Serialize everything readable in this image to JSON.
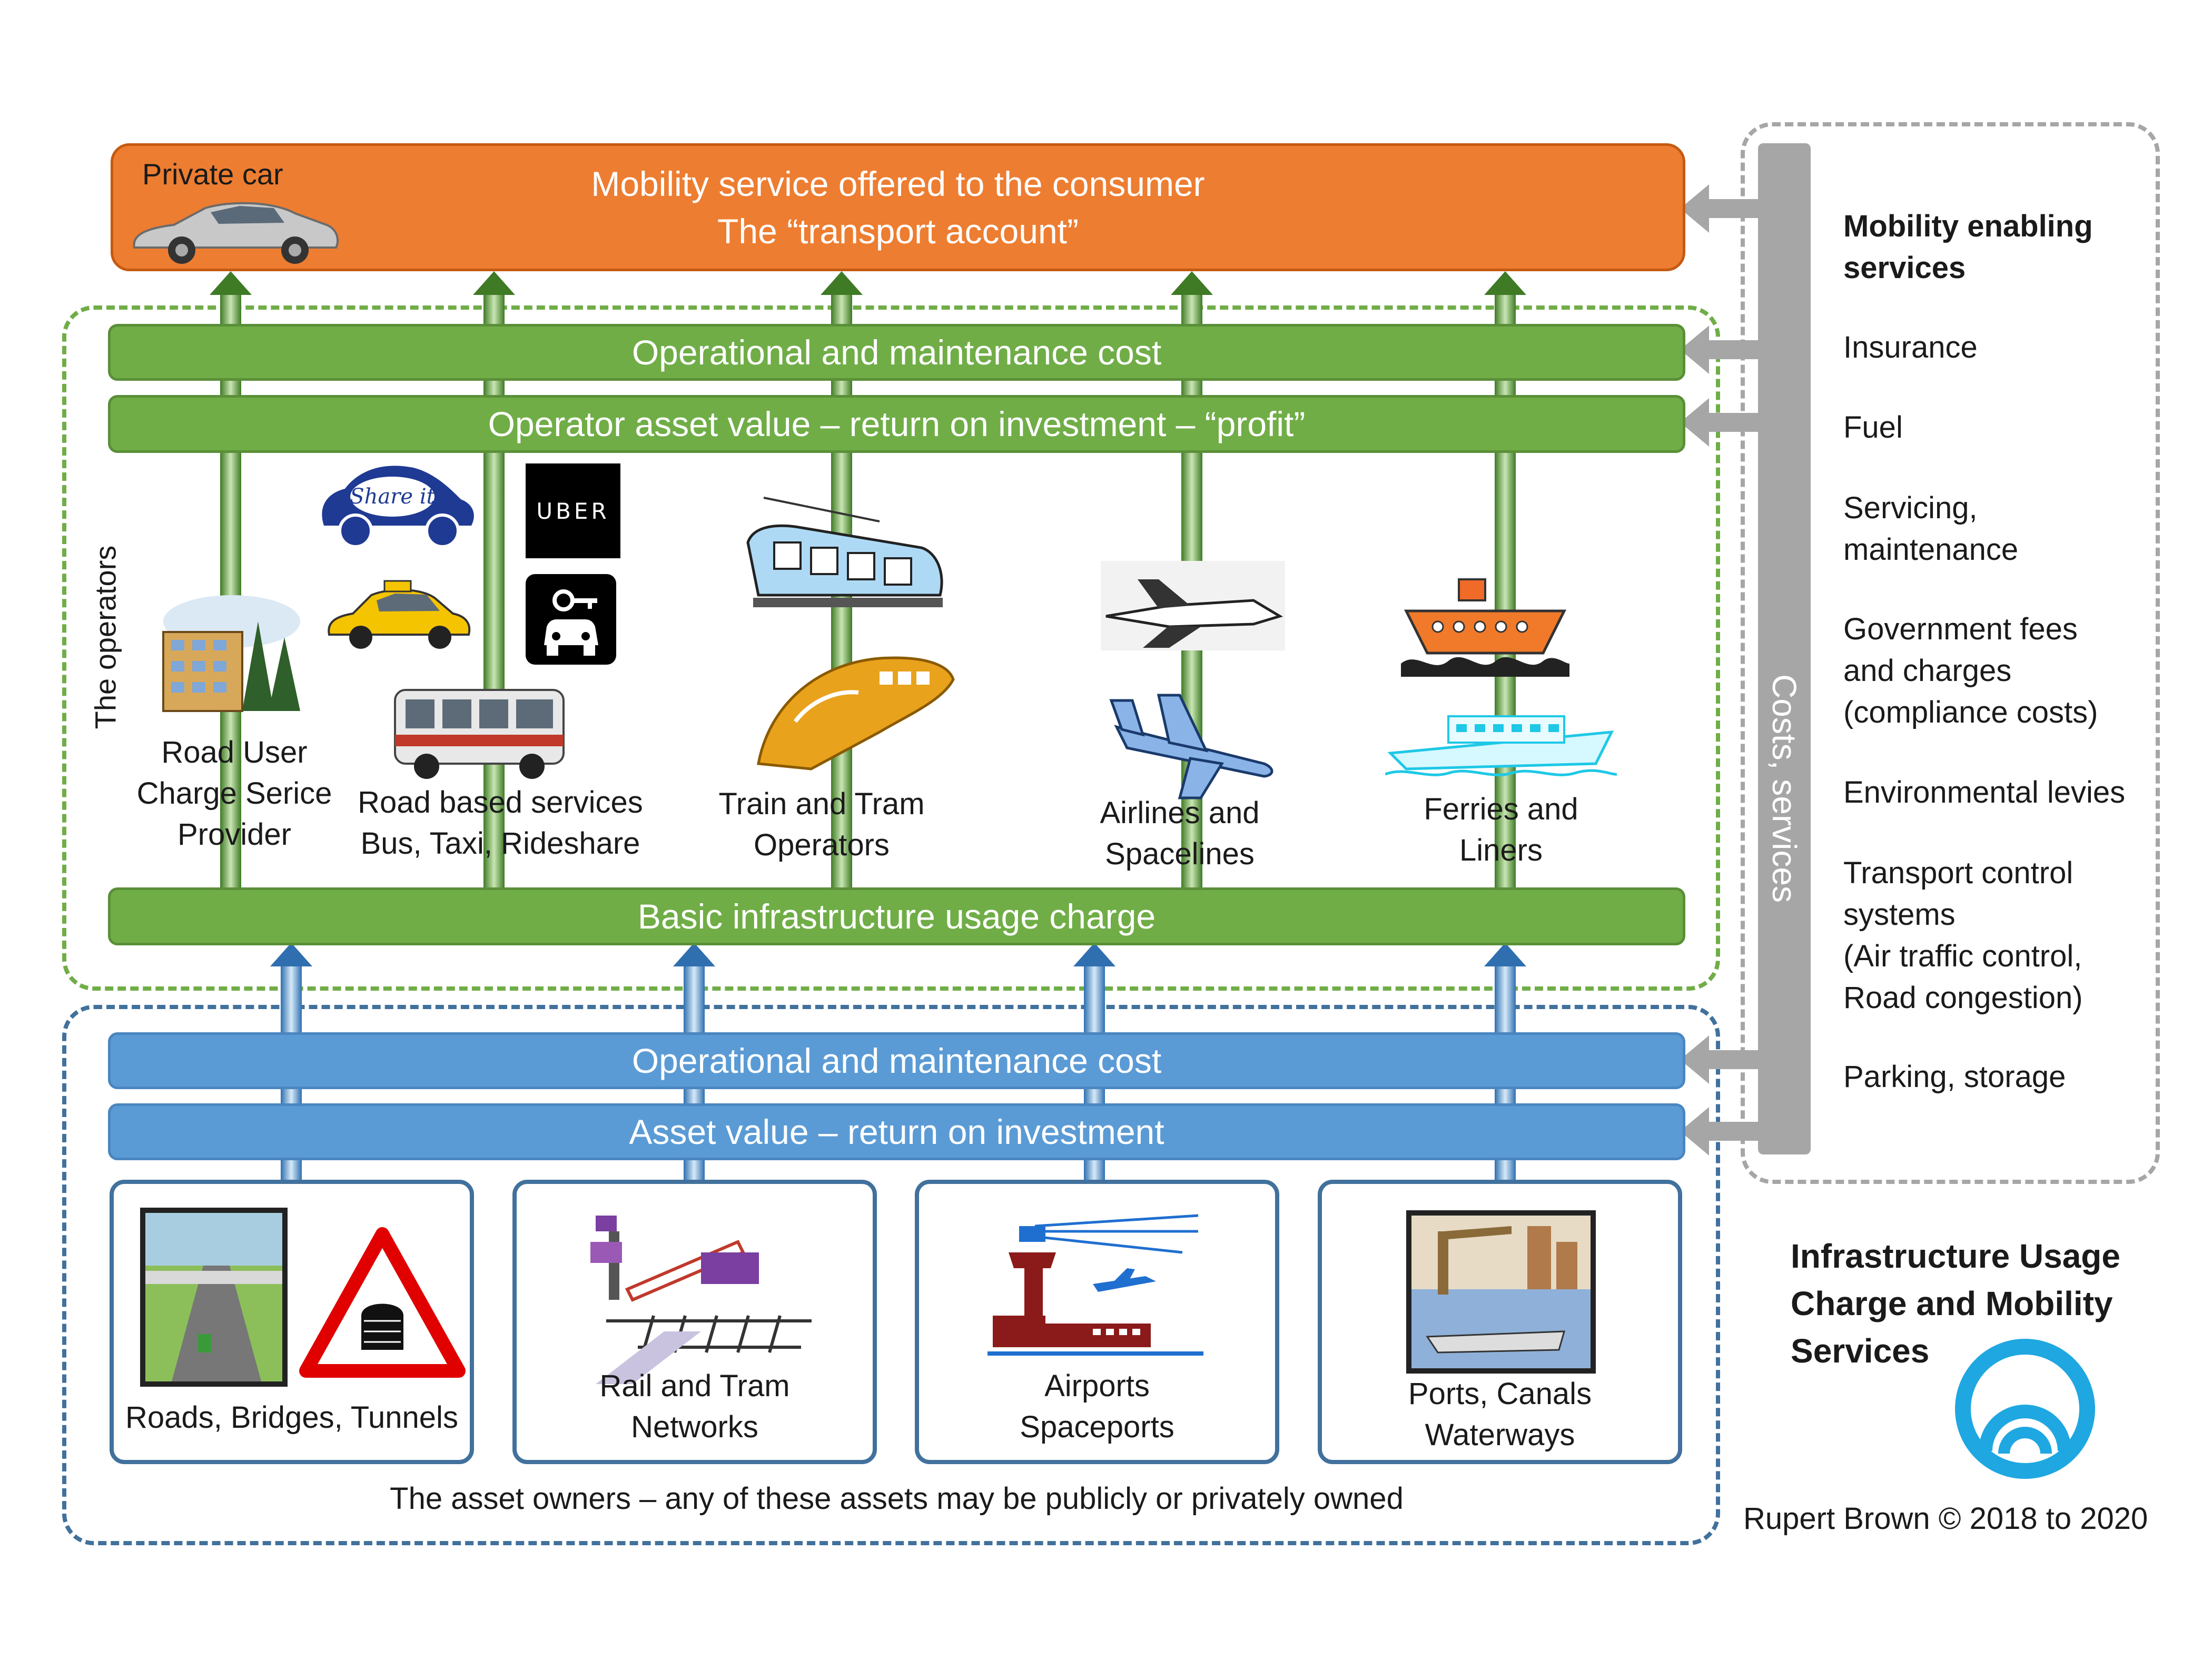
{
  "top_bar": {
    "private_car": "Private car",
    "line1": "Mobility service offered to the consumer",
    "line2": "The “transport account”"
  },
  "operators": {
    "group_label": "The operators",
    "op_cost": "Operational and maintenance cost",
    "roi": "Operator asset value – return on investment – “profit”",
    "infra_charge": "Basic infrastructure usage charge",
    "items": [
      {
        "line1": "Road User",
        "line2": "Charge Serice",
        "line3": "Provider"
      },
      {
        "line1": "Road based services",
        "line2": "Bus, Taxi, Rideshare"
      },
      {
        "line1": "Train and Tram",
        "line2": "Operators"
      },
      {
        "line1": "Airlines and",
        "line2": "Spacelines"
      },
      {
        "line1": "Ferries and",
        "line2": "Liners"
      }
    ],
    "logos": {
      "share_it": "Share it",
      "uber": "UBER"
    }
  },
  "owners": {
    "op_cost": "Operational and maintenance cost",
    "roi": "Asset value – return on investment",
    "footer": "The asset owners – any of these assets may be publicly or privately owned",
    "assets": [
      {
        "line1": "Roads, Bridges, Tunnels",
        "line2": ""
      },
      {
        "line1": "Rail and Tram",
        "line2": "Networks"
      },
      {
        "line1": "Airports",
        "line2": "Spaceports"
      },
      {
        "line1": "Ports, Canals",
        "line2": "Waterways"
      }
    ]
  },
  "costs": {
    "vertical_label": "Costs, services",
    "heading": [
      "Mobility enabling",
      "services"
    ],
    "items": [
      [
        "Insurance"
      ],
      [
        "Fuel"
      ],
      [
        "Servicing,",
        "maintenance"
      ],
      [
        "Government fees",
        "and charges",
        "(compliance costs)"
      ],
      [
        "Environmental levies"
      ],
      [
        "Transport control",
        "systems",
        "(Air traffic control,",
        "Road congestion)"
      ],
      [
        "Parking, storage"
      ]
    ]
  },
  "title": [
    "Infrastructure Usage",
    "Charge and Mobility",
    "Services"
  ],
  "credit": "Rupert Brown © 2018 to 2020",
  "colors": {
    "orange": "#ed7d31",
    "green": "#70ad47",
    "blue": "#5b9bd5",
    "dark_blue": "#41719c",
    "grey": "#a6a6a6",
    "logo_blue": "#1ea7e1"
  }
}
